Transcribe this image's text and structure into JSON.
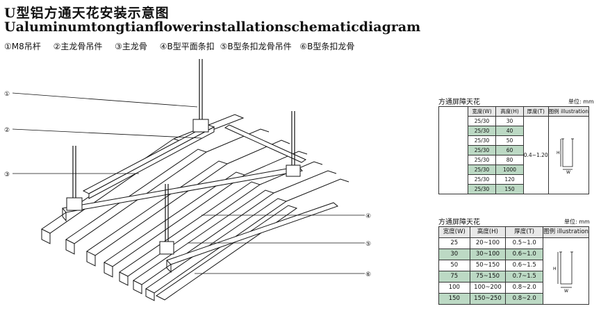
{
  "title_cn": "U型铝方通天花安装示意图",
  "title_en": "Ualuminumtongtianflowerinstallationschematicdiagram",
  "legend": [
    "①M8吊杆",
    "②主龙骨吊件",
    "③主龙骨",
    "④B型平面条扣",
    "⑤B型条扣龙骨吊件",
    "⑥B型条扣龙骨"
  ],
  "callouts": [
    "①",
    "②",
    "③",
    "④",
    "⑤",
    "⑥"
  ],
  "table1": {
    "title": "方通屏障天花",
    "unit": "单位: mm",
    "headers": [
      "宽度(W)",
      "高度(H)",
      "厚度(T)",
      "图例 illustration"
    ],
    "widths": [
      "25/30",
      "25/30",
      "25/30",
      "25/30",
      "25/30",
      "25/30",
      "25/30",
      "25/30"
    ],
    "heights": [
      "30",
      "40",
      "50",
      "60",
      "80",
      "1000",
      "120",
      "150"
    ],
    "thickness": "0.4~1.20",
    "illus_h": "H",
    "illus_w": "W"
  },
  "table2": {
    "title": "方通屏障天花",
    "unit": "单位: mm",
    "headers": [
      "宽度(W)",
      "高度(H)",
      "厚度(T)",
      "图例 illustration"
    ],
    "rows": [
      [
        "25",
        "20~100",
        "0.5~1.0"
      ],
      [
        "30",
        "30~100",
        "0.6~1.0"
      ],
      [
        "50",
        "50~150",
        "0.6~1.5"
      ],
      [
        "75",
        "75~150",
        "0.7~1.5"
      ],
      [
        "100",
        "100~200",
        "0.8~2.0"
      ],
      [
        "150",
        "150~250",
        "0.8~2.0"
      ]
    ],
    "illus_h": "H",
    "illus_w": "W"
  },
  "colors": {
    "green": "#bcd9c4",
    "line": "#111111"
  }
}
